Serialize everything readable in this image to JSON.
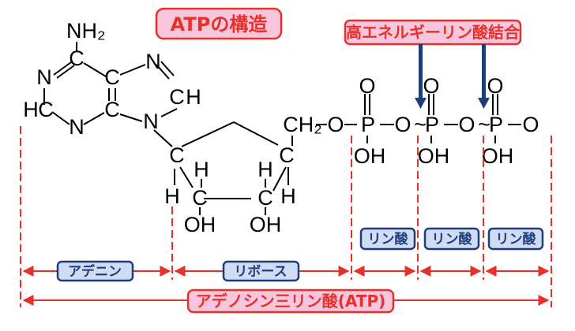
{
  "title": "ATPの構造",
  "high_energy_bond_label": "高エネルギーリン酸結合",
  "segments": {
    "adenine": "アデニン",
    "ribose": "リボース",
    "phosphate_1": "リン酸",
    "phosphate_2": "リン酸",
    "phosphate_3": "リン酸"
  },
  "whole_label": "アデノシン三リン酸(ATP)",
  "atoms": {
    "nh2": "NH₂",
    "n1": "N",
    "n3": "N",
    "n7": "N",
    "n9": "N",
    "c2": "C",
    "c4": "C",
    "c5": "C",
    "c6": "C",
    "c8": "C",
    "h2": "H",
    "h8": "H",
    "ch2": "CH₂",
    "o_link": "O",
    "c1p": "C",
    "c2p": "C",
    "c3p": "C",
    "c4p": "C",
    "h1p": "H",
    "h2p": "H",
    "h3p": "H",
    "h4p": "H",
    "oh2p": "OH",
    "oh3p": "OH",
    "p1": "P",
    "p2": "P",
    "p3": "P",
    "o_p1_top": "O",
    "o_p2_top": "O",
    "o_p3_top": "O",
    "oh_p1": "OH",
    "oh_p2": "OH",
    "oh_p3": "OH",
    "o_bridge_1": "O",
    "o_bridge_2": "O",
    "o_end": "O",
    "tilde_1": "~",
    "tilde_2": "~"
  },
  "colors": {
    "accent_red": "#e8302a",
    "pink_fill": "#f7c6dc",
    "navy": "#1f3d7a",
    "blue_fill": "#cfdcf1"
  }
}
